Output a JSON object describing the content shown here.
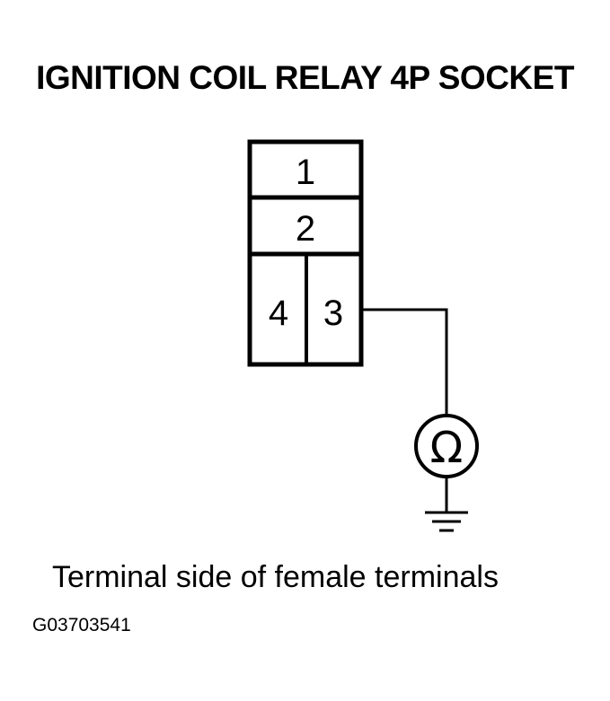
{
  "title": "IGNITION COIL RELAY 4P SOCKET",
  "socket": {
    "terminals": [
      {
        "id": "t1",
        "label": "1"
      },
      {
        "id": "t2",
        "label": "2"
      },
      {
        "id": "t4",
        "label": "4"
      },
      {
        "id": "t3",
        "label": "3"
      }
    ]
  },
  "meter": {
    "symbol": "Ω",
    "icon": "ohmmeter-icon"
  },
  "ground": {
    "icon": "ground-icon"
  },
  "caption": "Terminal side of female terminals",
  "figure_id": "G03703541"
}
